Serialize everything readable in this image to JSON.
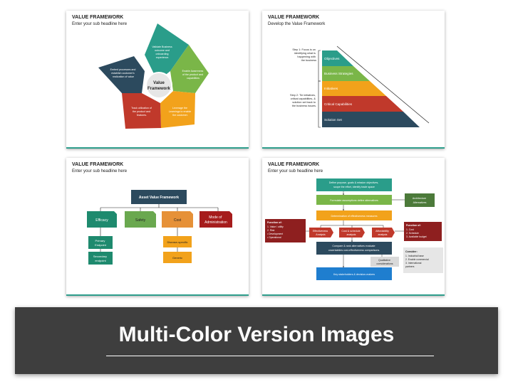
{
  "slide1": {
    "title": "VALUE FRAMEWORK",
    "subtitle": "Enter your sub headline here",
    "center_line1": "Value",
    "center_line2": "Framework",
    "petals": [
      {
        "lines": [
          "Validate Business",
          "outcome and",
          "onboarding",
          "experience."
        ],
        "color": "#2a9d8a"
      },
      {
        "lines": [
          "Enable Awareness",
          "of the product and",
          "capabilities"
        ],
        "color": "#7ab648"
      },
      {
        "lines": [
          "Leverage the",
          "Learnings to enable",
          "the customer."
        ],
        "color": "#f2a21b"
      },
      {
        "lines": [
          "Track utilization of",
          "the product and",
          "features."
        ],
        "color": "#c0392b"
      },
      {
        "lines": [
          "Embed processes and",
          "establish customer's",
          "realization of value"
        ],
        "color": "#2c4a5e"
      }
    ]
  },
  "slide2": {
    "title": "VALUE FRAMEWORK",
    "subtitle": "Develop the Value Framework",
    "step1": [
      "Step 1: Focus is on",
      "identifying what is",
      "happening with",
      "the business"
    ],
    "step2": [
      "Step 2: Tie initiatives,",
      "critical capabilities, &",
      "solution set back to",
      "the business issues."
    ],
    "layers": [
      {
        "label": "Objectives",
        "color": "#2a9d8a"
      },
      {
        "label": "Business Strategies",
        "color": "#7ab648"
      },
      {
        "label": "Initiatives",
        "color": "#f2a21b"
      },
      {
        "label": "Critical Capabilities",
        "color": "#c0392b"
      },
      {
        "label": "Solution Set",
        "color": "#2c4a5e"
      }
    ]
  },
  "slide3": {
    "title": "VALUE FRAMEWORK",
    "subtitle": "Enter your sub headline here",
    "root": "Asset Value Framework",
    "branches": [
      {
        "label": "Efficacy",
        "color": "#1e8a6e"
      },
      {
        "label": "Safety",
        "color": "#6aa84f"
      },
      {
        "label": "Cost",
        "color": "#e69138"
      },
      {
        "label": "Mode of Administration",
        "lines": [
          "Mode of",
          "Administration"
        ],
        "color": "#a61c1c"
      }
    ],
    "efficacy_children": [
      {
        "label": "Primary Endpoint",
        "lines": [
          "Primary",
          "Endpoint"
        ]
      },
      {
        "label": "Secondary endpoint",
        "lines": [
          "Secondary",
          "endpoint"
        ]
      }
    ],
    "cost_children": [
      "Disease-specific",
      "Generic"
    ]
  },
  "slide4": {
    "title": "VALUE FRAMEWORK",
    "subtitle": "Enter your sub headline here",
    "top_box": [
      "Define purpose, goals & mission objectives,",
      "scope the effort, identify trade space"
    ],
    "assumptions": "Formulate assumptions define alternatives",
    "architecture": [
      "Architecture",
      "Alternatives"
    ],
    "measures": "Determination of effectiveness measures",
    "analyses": [
      {
        "lines": [
          "Effectiveness",
          "Analysis"
        ]
      },
      {
        "lines": [
          "Cost & schedule",
          "analysis"
        ]
      },
      {
        "lines": [
          "Affordability",
          "analysis"
        ]
      }
    ],
    "left_func_title": "Function of:",
    "left_func_items": [
      "1.   Value / utility",
      "2.   Risk",
      "  •   Development",
      "  •   Operational"
    ],
    "right_func_title": "Function of:",
    "right_func_items": [
      "1.   Cost",
      "2.   Schedule",
      "3.   Available budget"
    ],
    "compare": [
      "Compare & rank alternatives evaluate",
      "uncertainties cost-effectiveness comparisons."
    ],
    "qualitative": [
      "Qualitative",
      "considerations"
    ],
    "consider_title": "Consider:",
    "consider_items": [
      "1.   Industrial base",
      "2.   Enable commercial",
      "3.   International",
      "      partners"
    ],
    "stakeholders": "Key stakeholders & decision-makers"
  },
  "banner": {
    "text": "Multi-Color Version Images"
  }
}
